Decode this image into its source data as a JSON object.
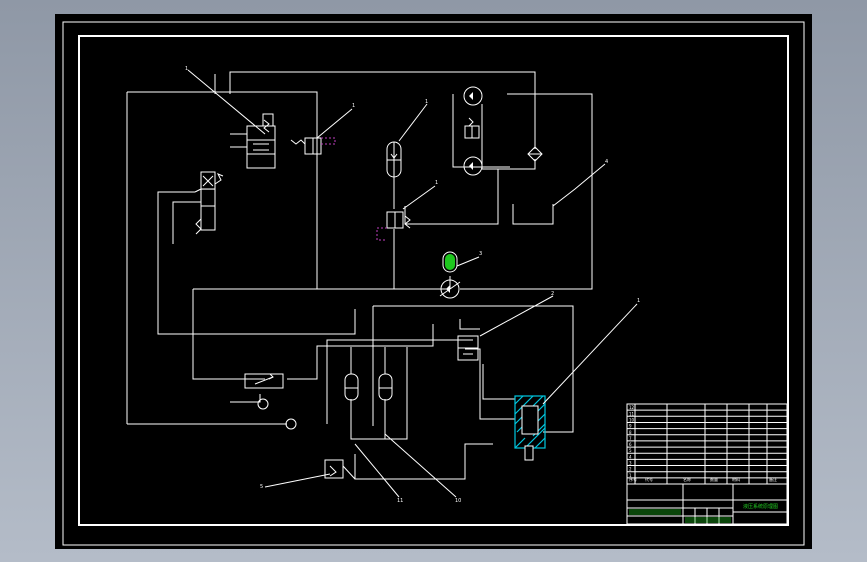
{
  "colors": {
    "background": "#a5adba",
    "sheet": "#000000",
    "line": "#ffffff",
    "hatch": "#00c8e0",
    "accent_green": "#1ec71e",
    "dashed_magenta": "#c040c0"
  },
  "callouts": [
    {
      "id": "cal-1-top",
      "text": "1"
    },
    {
      "id": "cal-1-relief",
      "text": "1"
    },
    {
      "id": "cal-1-accum",
      "text": "1"
    },
    {
      "id": "cal-1-mid",
      "text": "1"
    },
    {
      "id": "cal-1-cyl",
      "text": "1"
    },
    {
      "id": "cal-2",
      "text": "2"
    },
    {
      "id": "cal-3",
      "text": "3"
    },
    {
      "id": "cal-4",
      "text": "4"
    },
    {
      "id": "cal-5",
      "text": "5"
    },
    {
      "id": "cal-10",
      "text": "10"
    },
    {
      "id": "cal-11",
      "text": "11"
    }
  ],
  "title_block": {
    "row_numbers": [
      "12",
      "11",
      "10",
      "9",
      "8",
      "7",
      "6",
      "5",
      "4",
      "3",
      "2",
      "1"
    ],
    "header": {
      "no": "序号",
      "code": "代号",
      "name": "名称",
      "qty": "数量",
      "material": "材料",
      "note": "备注"
    },
    "drawing_title": "液压系统原理图"
  }
}
